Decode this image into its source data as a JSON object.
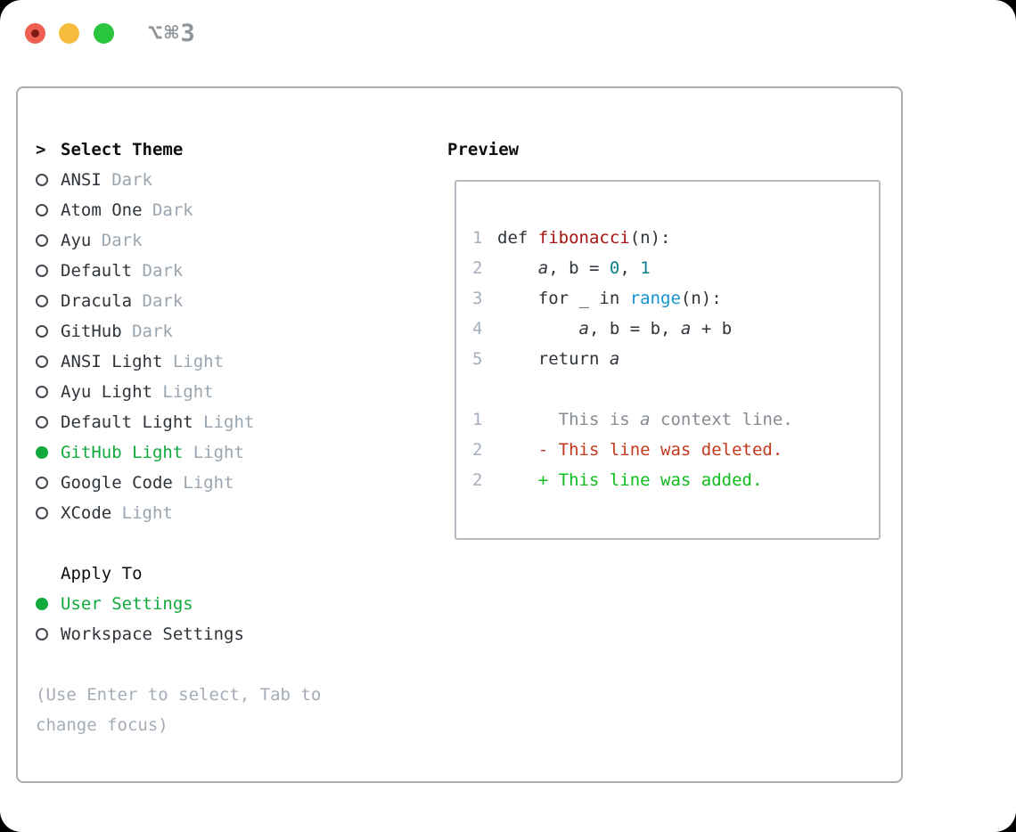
{
  "window": {
    "title": "⌥⌘3",
    "traffic_lights": [
      {
        "name": "close",
        "color": "#ef5f52"
      },
      {
        "name": "minimize",
        "color": "#f6bd3c"
      },
      {
        "name": "zoom",
        "color": "#29c63e"
      }
    ]
  },
  "theme_panel": {
    "header": {
      "cursor": ">",
      "label": "Select Theme"
    },
    "themes": [
      {
        "name": "ANSI",
        "variant": "Dark",
        "selected": false
      },
      {
        "name": "Atom One",
        "variant": "Dark",
        "selected": false
      },
      {
        "name": "Ayu",
        "variant": "Dark",
        "selected": false
      },
      {
        "name": "Default",
        "variant": "Dark",
        "selected": false
      },
      {
        "name": "Dracula",
        "variant": "Dark",
        "selected": false
      },
      {
        "name": "GitHub",
        "variant": "Dark",
        "selected": false
      },
      {
        "name": "ANSI Light",
        "variant": "Light",
        "selected": false
      },
      {
        "name": "Ayu Light",
        "variant": "Light",
        "selected": false
      },
      {
        "name": "Default Light",
        "variant": "Light",
        "selected": false
      },
      {
        "name": "GitHub Light",
        "variant": "Light",
        "selected": true
      },
      {
        "name": "Google Code",
        "variant": "Light",
        "selected": false
      },
      {
        "name": "XCode",
        "variant": "Light",
        "selected": false
      }
    ],
    "apply": {
      "label": "Apply To",
      "options": [
        {
          "label": "User Settings",
          "selected": true
        },
        {
          "label": "Workspace Settings",
          "selected": false
        }
      ]
    },
    "hint_lines": [
      "(Use Enter to select, Tab to",
      "change focus)"
    ]
  },
  "preview": {
    "label": "Preview",
    "lines": [
      {
        "num": "1",
        "segs": [
          [
            "def ",
            "code"
          ],
          [
            "fibonacci",
            "func"
          ],
          [
            "(n):",
            "code"
          ]
        ]
      },
      {
        "num": "2",
        "segs": [
          [
            "    ",
            "code"
          ],
          [
            "a",
            "code var"
          ],
          [
            ", b = ",
            "code"
          ],
          [
            "0",
            "lit"
          ],
          [
            ", ",
            "code"
          ],
          [
            "1",
            "lit"
          ]
        ]
      },
      {
        "num": "3",
        "segs": [
          [
            "    for _ in ",
            "code"
          ],
          [
            "range",
            "builtin"
          ],
          [
            "(n):",
            "code"
          ]
        ]
      },
      {
        "num": "4",
        "segs": [
          [
            "        ",
            "code"
          ],
          [
            "a",
            "code var"
          ],
          [
            ", b = b, ",
            "code"
          ],
          [
            "a",
            "code var"
          ],
          [
            " + b",
            "code"
          ]
        ]
      },
      {
        "num": "5",
        "segs": [
          [
            "    return ",
            "code"
          ],
          [
            "a",
            "code var"
          ]
        ]
      },
      {
        "blank": true
      },
      {
        "num": "1",
        "segs": [
          [
            "      This is ",
            "ctx"
          ],
          [
            "a",
            "ctx var"
          ],
          [
            " context line.",
            "ctx"
          ]
        ]
      },
      {
        "num": "2",
        "segs": [
          [
            "    - This line was deleted.",
            "del"
          ]
        ]
      },
      {
        "num": "2",
        "segs": [
          [
            "    + This line was added.",
            "add"
          ]
        ]
      }
    ]
  },
  "colors": {
    "selection_green": "#12aa3d",
    "added_green": "#0fbc1e",
    "deleted_red": "#c4391c",
    "function_red": "#a41410",
    "number_teal": "#0b7e89",
    "builtin_blue": "#1591cf",
    "context_gray": "#848b92",
    "muted_gray": "#9aa5af",
    "panel_border": "#a6adb4",
    "traffic_red": "#ef5f52",
    "traffic_yellow": "#f6bd3c",
    "traffic_green": "#29c63e"
  }
}
